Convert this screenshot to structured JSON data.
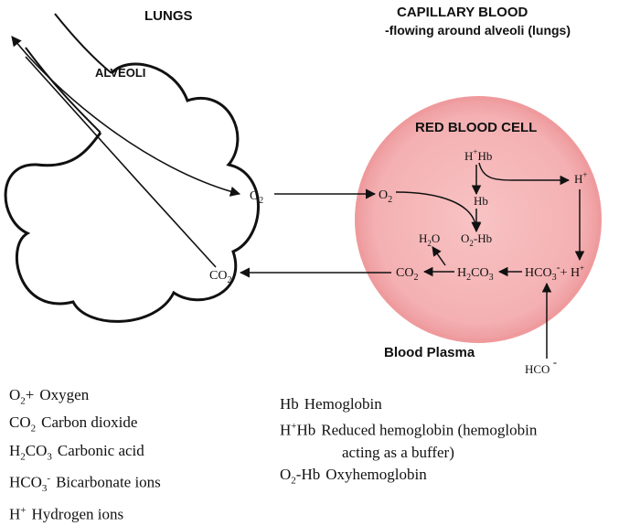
{
  "headings": {
    "lungs": "LUNGS",
    "capillary_title": "CAPILLARY BLOOD",
    "capillary_subtitle": "-flowing around alveoli (lungs)",
    "alveoli": "ALVEOLI",
    "red_blood_cell": "RED BLOOD CELL",
    "blood_plasma": "Blood Plasma"
  },
  "species": {
    "o2_lung": "O2",
    "co2_lung": "CO2",
    "o2_cell": "O2",
    "hhb": "H+Hb",
    "hb": "Hb",
    "o2hb": "O2-Hb",
    "h_plus_top": "H+",
    "h2o": "H2O",
    "co2_cell": "CO2",
    "h2co3": "H2CO3",
    "hco3_h": "HCO3- + H+",
    "hco_plasma": "HCO -"
  },
  "legend_left": [
    {
      "symbol": "O2+",
      "name": "Oxygen"
    },
    {
      "symbol": "CO2",
      "name": "Carbon dioxide"
    },
    {
      "symbol": "H2CO3",
      "name": "Carbonic acid"
    },
    {
      "symbol": "HCO3-",
      "name": "Bicarbonate ions"
    },
    {
      "symbol": "H+",
      "name": "Hydrogen ions"
    }
  ],
  "legend_right": [
    {
      "symbol": "Hb",
      "name": "Hemoglobin"
    },
    {
      "symbol": "H+Hb",
      "name": "Reduced hemoglobin (hemoglobin",
      "continuation": "acting as a buffer)"
    },
    {
      "symbol": "O2-Hb",
      "name": "Oxyhemoglobin"
    }
  ],
  "colors": {
    "cell_fill": "#f6b9ba",
    "cell_stroke": "#ef9a9c",
    "ink": "#111111"
  }
}
